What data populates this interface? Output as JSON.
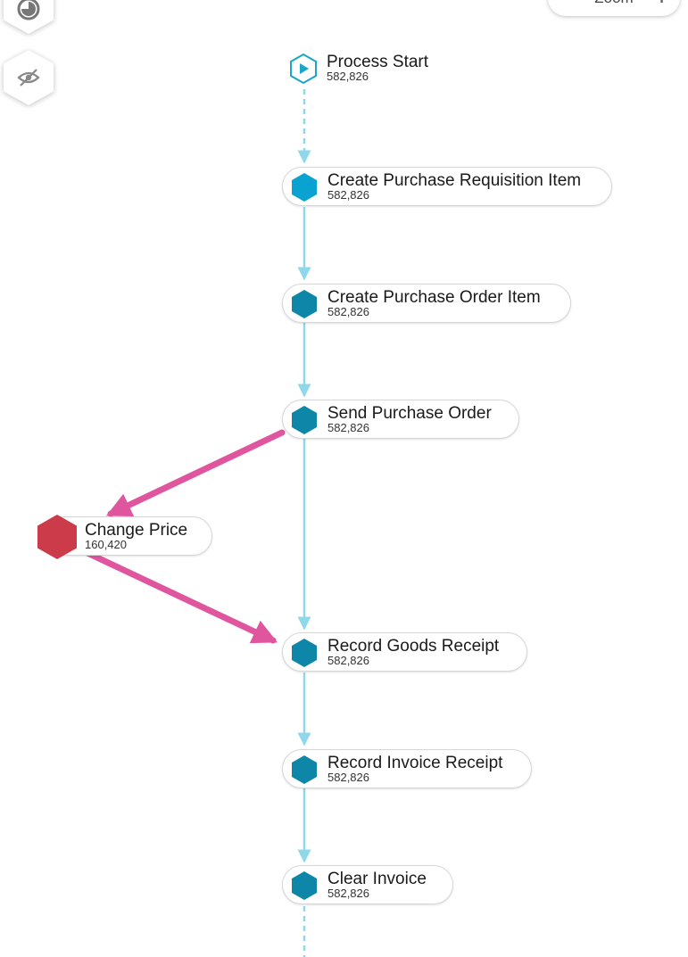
{
  "toolbar": {
    "zoom_label": "Zoom",
    "zoom_minus": "−",
    "zoom_plus": "+"
  },
  "colors": {
    "node_blue": "#0e86a8",
    "node_light_blue": "#0aa3d1",
    "node_red": "#cc3b4a",
    "edge_main": "#8fd8ea",
    "edge_highlight": "#e0569e",
    "start_outline": "#1aa6c9"
  },
  "process": {
    "start": {
      "label": "Process Start",
      "count": "582,826"
    },
    "activities": [
      {
        "label": "Create Purchase Requisition Item",
        "count": "582,826"
      },
      {
        "label": "Create Purchase Order Item",
        "count": "582,826"
      },
      {
        "label": "Send Purchase Order",
        "count": "582,826"
      },
      {
        "label": "Change Price",
        "count": "160,420"
      },
      {
        "label": "Record Goods Receipt",
        "count": "582,826"
      },
      {
        "label": "Record Invoice Receipt",
        "count": "582,826"
      },
      {
        "label": "Clear Invoice",
        "count": "582,826"
      }
    ]
  }
}
